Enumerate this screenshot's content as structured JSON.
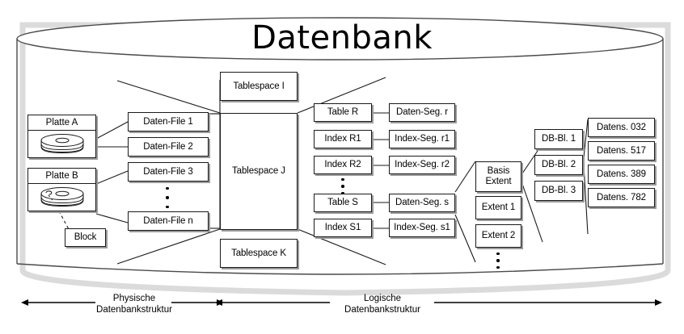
{
  "title": "Datenbank",
  "physical": {
    "disks": [
      {
        "label": "Platte A",
        "name": "disk-platte-a"
      },
      {
        "label": "Platte B",
        "name": "disk-platte-b"
      }
    ],
    "block": "Block",
    "data_files": [
      "Daten-File 1",
      "Daten-File 2",
      "Daten-File 3",
      "Daten-File n"
    ]
  },
  "tablespaces": [
    "Tablespace I",
    "Tablespace J",
    "Tablespace K"
  ],
  "logical": {
    "objects": [
      "Table R",
      "Index R1",
      "Index R2",
      "Table S",
      "Index S1"
    ],
    "segments": [
      "Daten-Seg. r",
      "Index-Seg. r1",
      "Index-Seg. r2",
      "Daten-Seg. s",
      "Index-Seg. s1"
    ],
    "extents": [
      "Basis\nExtent",
      "Extent 1",
      "Extent 2"
    ],
    "blocks": [
      "DB-Bl. 1",
      "DB-Bl. 2",
      "DB-Bl. 3"
    ],
    "records": [
      "Datens. 032",
      "Datens. 517",
      "Datens. 389",
      "Datens. 782"
    ]
  },
  "footer": {
    "left": "Physische\nDatenbankstruktur",
    "right": "Logische\nDatenbankstruktur"
  },
  "colors": {
    "stroke": "#1a1a1a",
    "shadow": "#9a9a9a",
    "background": "#ffffff"
  }
}
